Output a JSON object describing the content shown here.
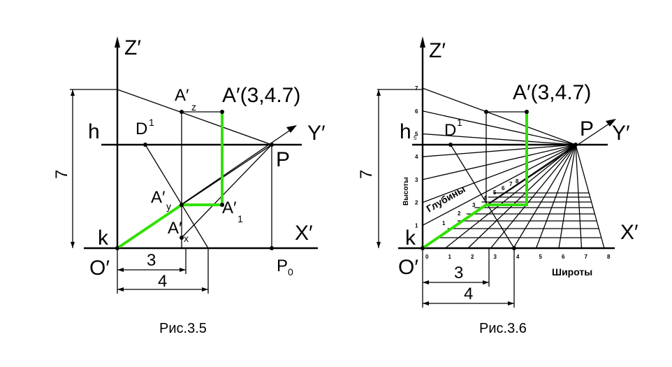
{
  "figures": [
    {
      "caption": "Рис.3.5",
      "labels": {
        "z_axis": "Z′",
        "y_axis": "Y′",
        "x_axis": "X′",
        "origin": "O′",
        "k": "k",
        "h": "h",
        "d1": "D",
        "d1_sup": "1",
        "p": "P",
        "p0": "P",
        "p0_sub": "0",
        "az": "A′",
        "az_sub": "z",
        "a_main": "A′(3,4.7)",
        "ay": "A′",
        "ay_sub": "y",
        "a1": "A′",
        "a1_sub": "1",
        "ax": "A′",
        "ax_sub": "x",
        "dim_height": "7",
        "dim_3": "3",
        "dim_4": "4"
      }
    },
    {
      "caption": "Рис.3.6",
      "labels": {
        "z_axis": "Z′",
        "y_axis": "Y′",
        "x_axis": "X′",
        "origin": "O′",
        "k": "k",
        "h": "h",
        "h_sub": "5",
        "d1": "D",
        "d1_sup": "1",
        "p": "P",
        "a_main": "A′(3,4.7)",
        "heights_word": "Высоты",
        "depths_word": "Глубины",
        "widths_word": "Широты",
        "dim_height": "7",
        "dim_3": "3",
        "dim_4": "4",
        "z_ticks": [
          "1",
          "2",
          "3",
          "4",
          "5",
          "6",
          "7"
        ],
        "x_ticks": [
          "0",
          "1",
          "2",
          "3",
          "4",
          "5",
          "6",
          "7",
          "8"
        ],
        "depth_ticks": [
          "1",
          "2",
          "3",
          "4",
          "5",
          "6",
          "7",
          "8"
        ]
      }
    }
  ],
  "colors": {
    "highlight": "#33e000",
    "ink": "#000000"
  }
}
